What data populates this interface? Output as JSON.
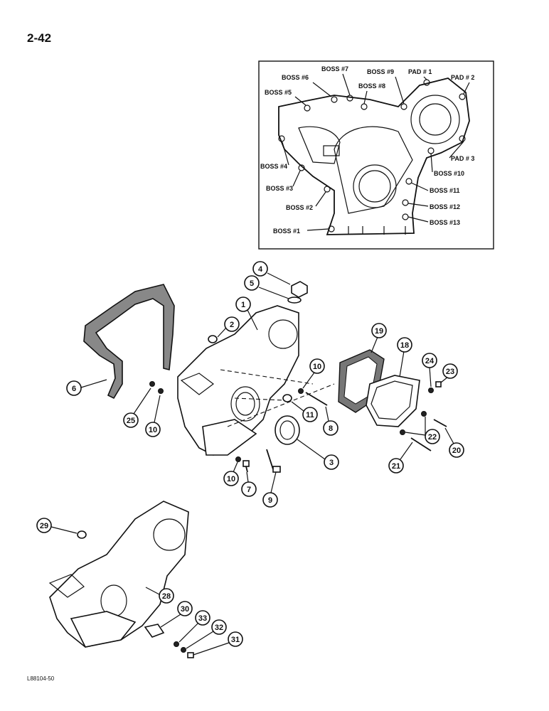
{
  "page": {
    "number": "2-42",
    "figure_code": "L88104-50"
  },
  "inset": {
    "labels": [
      "BOSS #7",
      "BOSS #6",
      "BOSS #9",
      "PAD # 1",
      "PAD # 2",
      "BOSS #5",
      "BOSS #8",
      "BOSS #4",
      "PAD # 3",
      "BOSS #10",
      "BOSS #3",
      "BOSS #11",
      "BOSS #2",
      "BOSS #12",
      "BOSS #13",
      "BOSS #1"
    ]
  },
  "callouts": [
    "4",
    "5",
    "1",
    "2",
    "6",
    "25",
    "10",
    "10",
    "11",
    "8",
    "3",
    "10",
    "7",
    "9",
    "19",
    "18",
    "24",
    "23",
    "22",
    "20",
    "21",
    "29",
    "28",
    "30",
    "33",
    "32",
    "31"
  ]
}
